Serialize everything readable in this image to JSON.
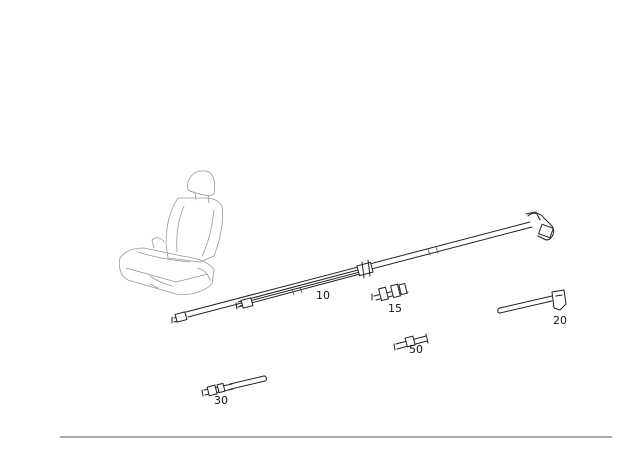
{
  "labels": {
    "p10": "10",
    "p15": "15",
    "p20": "20",
    "p30": "30",
    "p50": "50"
  },
  "colors": {
    "line": "#222222",
    "background": "#ffffff",
    "rule": "#555555"
  }
}
